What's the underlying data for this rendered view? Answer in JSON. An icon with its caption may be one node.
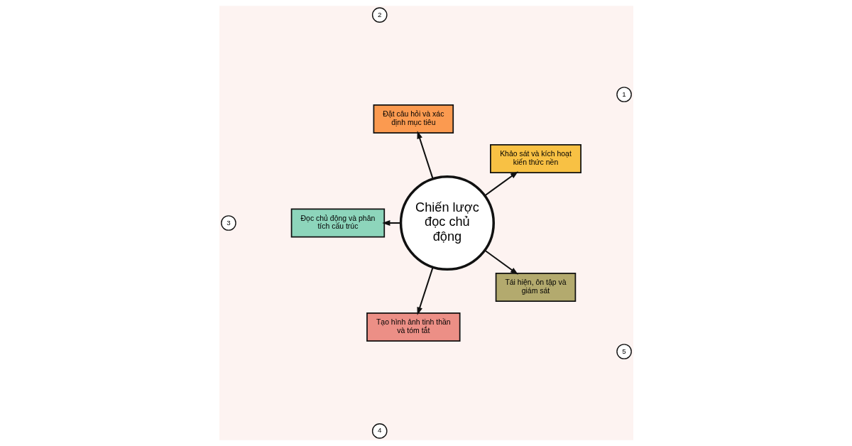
{
  "diagram": {
    "nodes": [
      {
        "text": [
          "Chiến lược đọc chủ động"
        ]
      },
      {
        "text": [
          "1"
        ]
      },
      {
        "text": [
          "Khảo sát và kích hoạt kiến thức nền"
        ]
      },
      {
        "text": [
          "2"
        ]
      },
      {
        "text": [
          "Đặt câu hỏi và xác định mục tiêu"
        ]
      },
      {
        "text": [
          "3"
        ]
      },
      {
        "text": [
          "Đọc chủ động và phân tích cấu trúc"
        ]
      },
      {
        "text": [
          "4"
        ]
      },
      {
        "text": [
          "Tạo hình ảnh tinh thần và tóm tắt"
        ]
      },
      {
        "text": [
          "5"
        ]
      },
      {
        "text": [
          "Tái hiện, ôn tập và giám sát"
        ]
      }
    ],
    "edges": [
      {
        "from": 0,
        "to": 2,
        "arrow": "to"
      },
      {
        "from": 0,
        "to": 4,
        "arrow": "to"
      },
      {
        "from": 0,
        "to": 6,
        "arrow": "to"
      },
      {
        "from": 0,
        "to": 8,
        "arrow": "to"
      },
      {
        "from": 0,
        "to": 10,
        "arrow": "to"
      }
    ]
  }
}
